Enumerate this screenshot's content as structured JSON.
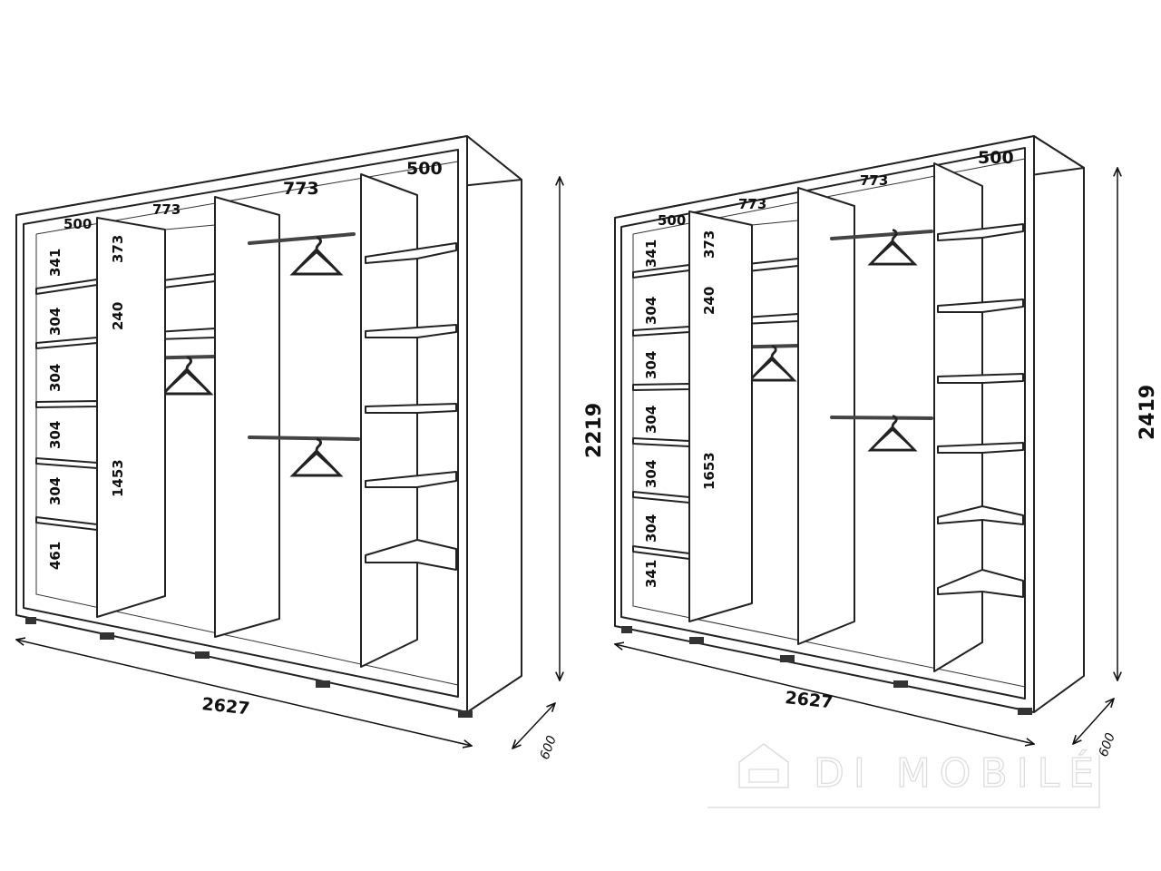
{
  "left_wardrobe": {
    "top_widths": [
      "500",
      "773",
      "773",
      "500"
    ],
    "left_column_heights": [
      "341",
      "304",
      "304",
      "304",
      "304",
      "461"
    ],
    "middle_column_heights": [
      "373",
      "240",
      "1453"
    ],
    "width": "2627",
    "height": "2219",
    "depth": "600"
  },
  "right_wardrobe": {
    "top_widths": [
      "500",
      "773",
      "773",
      "500"
    ],
    "left_column_heights": [
      "341",
      "304",
      "304",
      "304",
      "304",
      "304",
      "341"
    ],
    "middle_column_heights": [
      "373",
      "240",
      "1653"
    ],
    "width": "2627",
    "height": "2419",
    "depth": "600"
  },
  "watermark": "DI MOBILÉ"
}
